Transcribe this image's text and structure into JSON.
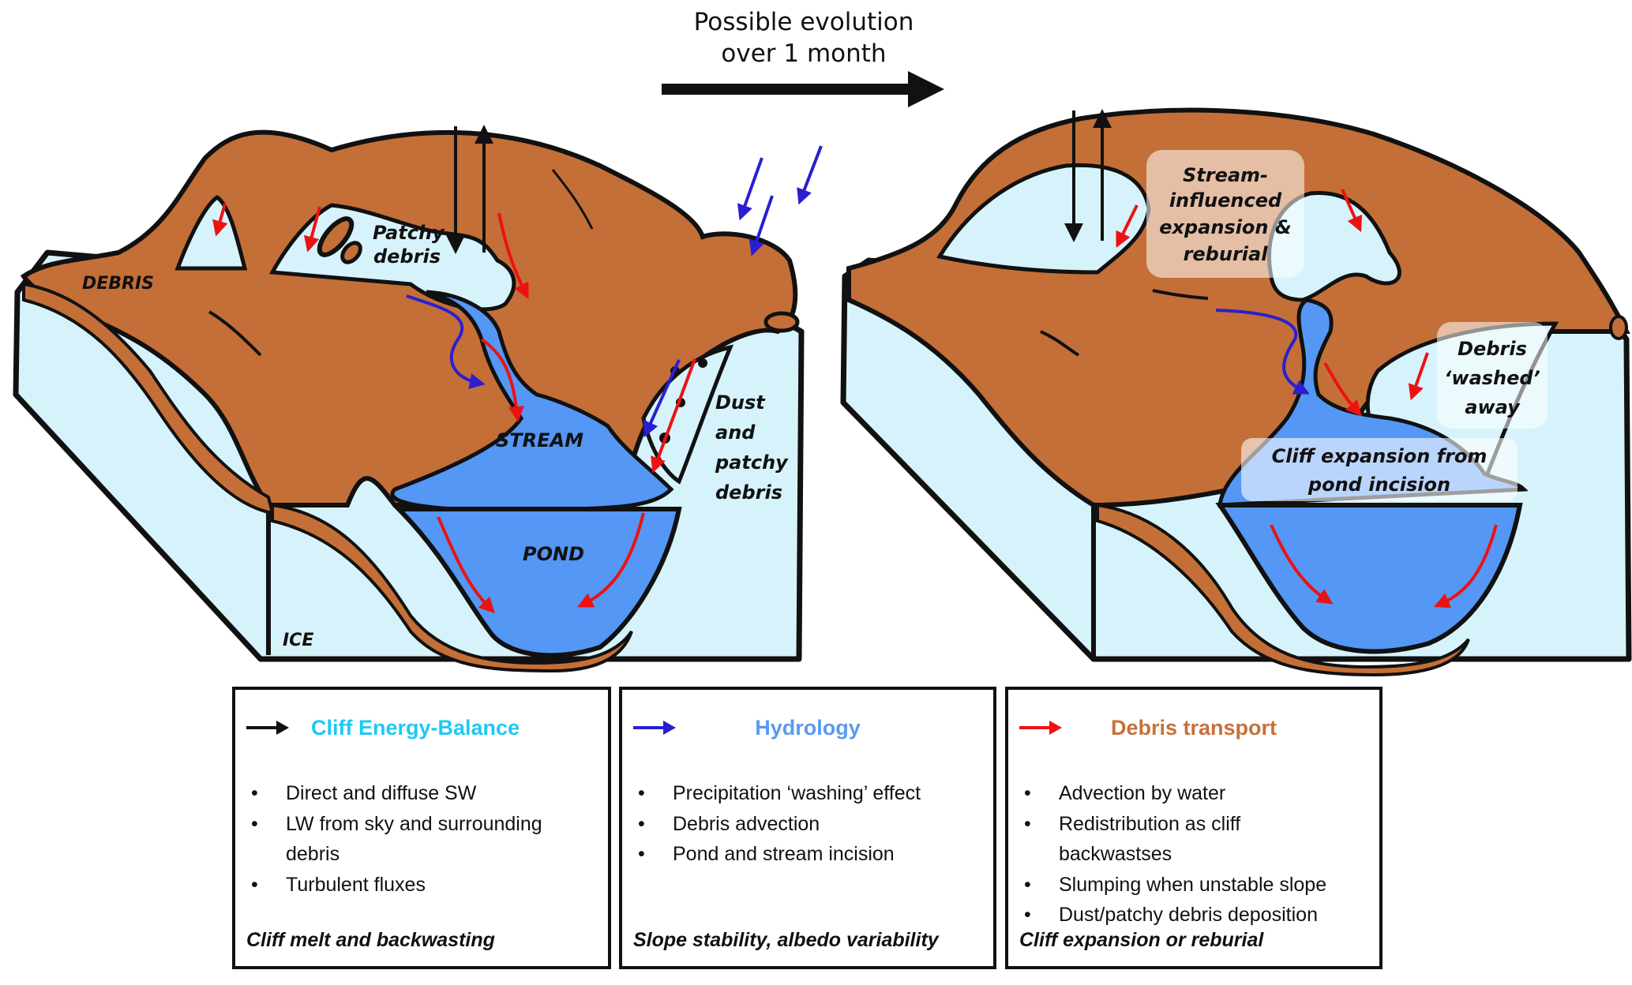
{
  "title": {
    "line1": "Possible evolution",
    "line2": "over 1 month"
  },
  "colors": {
    "ice": "#d6f3fc",
    "debris": "#c46f38",
    "water": "#5497f5",
    "outline": "#111111",
    "energy_arrow": "#111111",
    "hydrology_arrow": "#2a1fd0",
    "debris_arrow": "#ee1111",
    "energy_heading": "#1ec8f5",
    "hydrology_heading": "#5a9af0",
    "debris_heading": "#c8703a"
  },
  "left_panel": {
    "labels": {
      "debris": "DEBRIS",
      "patchy_debris_1": "Patchy",
      "patchy_debris_2": "debris",
      "stream": "STREAM",
      "pond": "POND",
      "ice": "ICE",
      "dust_1": "Dust",
      "dust_2": "and",
      "dust_3": "patchy",
      "dust_4": "debris"
    }
  },
  "right_panel": {
    "annotations": {
      "stream_influenced": [
        "Stream-",
        "influenced",
        "expansion &",
        "reburial"
      ],
      "debris_washed": [
        "Debris",
        "‘washed’",
        "away"
      ],
      "cliff_expansion": [
        "Cliff expansion from",
        "pond incision"
      ]
    }
  },
  "legend": [
    {
      "arrow": "black-arrow",
      "title": "Cliff Energy-Balance",
      "items": [
        "Direct and diffuse SW",
        "LW from sky and surrounding debris",
        "Turbulent fluxes"
      ],
      "footer": "Cliff melt and backwasting"
    },
    {
      "arrow": "blue-arrow",
      "title": "Hydrology",
      "items": [
        "Precipitation ‘washing’ effect",
        "Debris advection",
        "Pond and stream incision"
      ],
      "footer": "Slope stability, albedo variability"
    },
    {
      "arrow": "red-arrow",
      "title": "Debris transport",
      "items": [
        "Advection by water",
        "Redistribution as cliff backwastses",
        "Slumping when unstable slope",
        "Dust/patchy debris deposition"
      ],
      "footer": "Cliff expansion or reburial"
    }
  ]
}
